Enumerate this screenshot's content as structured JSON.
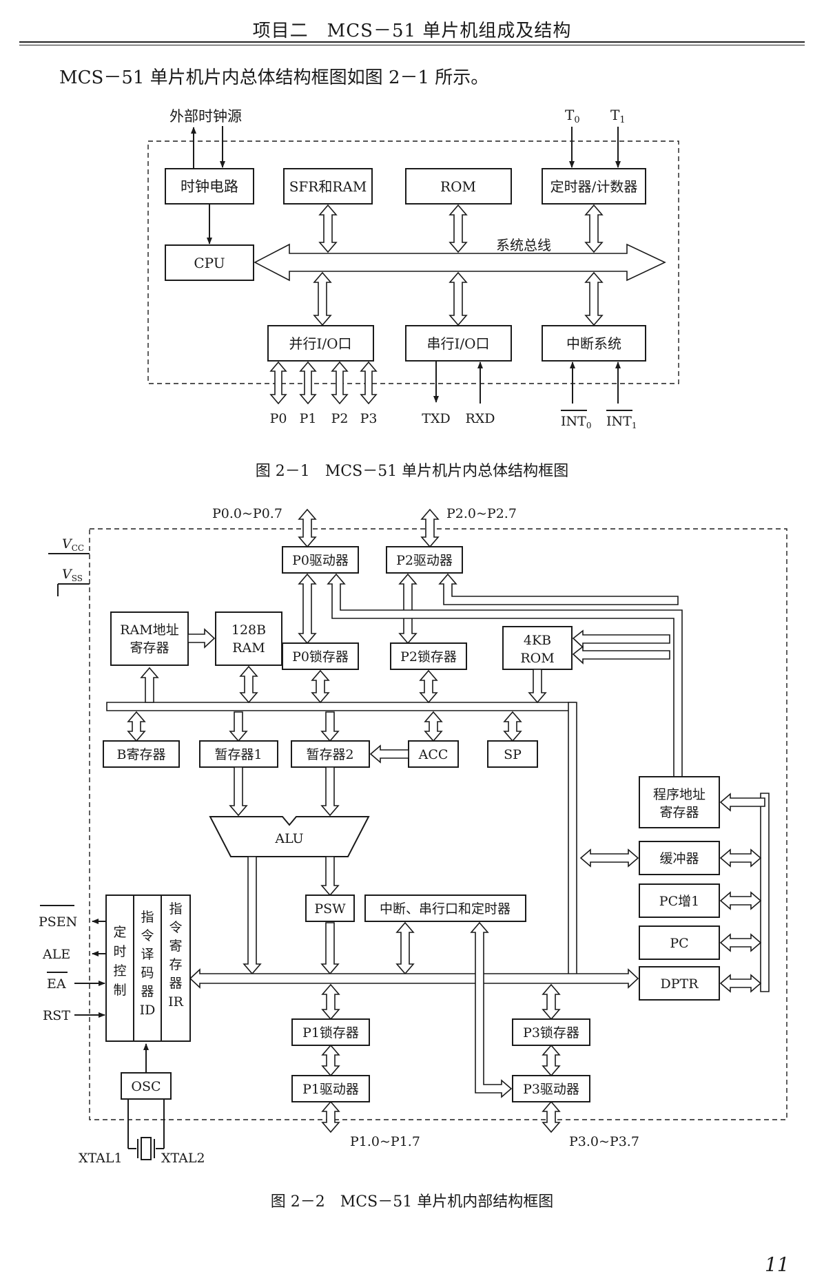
{
  "running_header": "项目二　MCS－51 单片机组成及结构",
  "intro_text": "MCS－51 单片机片内总体结构框图如图 2－1 所示。",
  "figure1": {
    "caption": "图 2－1　MCS－51 单片机片内总体结构框图",
    "external_clock_label": "外部时钟源",
    "t0_label": "T",
    "t0_sub": "0",
    "t1_label": "T",
    "t1_sub": "1",
    "blocks": {
      "clock": "时钟电路",
      "sfr_ram": "SFR和RAM",
      "rom": "ROM",
      "timer": "定时器/计数器",
      "cpu": "CPU",
      "parallel_io": "并行I/O口",
      "serial_io": "串行I/O口",
      "interrupt": "中断系统"
    },
    "bus_label": "系统总线",
    "ports": [
      "P0",
      "P1",
      "P2",
      "P3"
    ],
    "txd": "TXD",
    "rxd": "RXD",
    "int0": "INT",
    "int0_sub": "0",
    "int1": "INT",
    "int1_sub": "1"
  },
  "figure2": {
    "caption": "图 2－2　MCS－51 单片机内部结构框图",
    "p0_pins": "P0.0~P0.7",
    "p2_pins": "P2.0~P2.7",
    "p1_pins": "P1.0~P1.7",
    "p3_pins": "P3.0~P3.7",
    "vcc": "V",
    "vcc_sub": "CC",
    "vss": "V",
    "vss_sub": "SS",
    "blocks": {
      "p0_driver": "P0驱动器",
      "p2_driver": "P2驱动器",
      "ram_addr_1": "RAM地址",
      "ram_addr_2": "寄存器",
      "ram_128b_1": "128B",
      "ram_128b_2": "RAM",
      "p0_latch": "P0锁存器",
      "p2_latch": "P2锁存器",
      "rom_4kb_1": "4KB",
      "rom_4kb_2": "ROM",
      "b_reg": "B寄存器",
      "tmp1": "暂存器1",
      "tmp2": "暂存器2",
      "acc": "ACC",
      "sp": "SP",
      "alu": "ALU",
      "prog_addr_1": "程序地址",
      "prog_addr_2": "寄存器",
      "buffer": "缓冲器",
      "pc_inc": "PC增1",
      "pc": "PC",
      "dptr": "DPTR",
      "psw": "PSW",
      "int_serial_timer": "中断、串行口和定时器",
      "timing_ctrl": [
        "定",
        "时",
        "控",
        "制"
      ],
      "inst_decoder": [
        "指",
        "令",
        "译",
        "码",
        "器",
        "ID"
      ],
      "inst_reg": [
        "指",
        "令",
        "寄",
        "存",
        "器",
        "IR"
      ],
      "osc": "OSC",
      "p1_latch": "P1锁存器",
      "p3_latch": "P3锁存器",
      "p1_driver": "P1驱动器",
      "p3_driver": "P3驱动器"
    },
    "psen": "PSEN",
    "ale": "ALE",
    "ea": "EA",
    "rst": "RST",
    "xtal1": "XTAL1",
    "xtal2": "XTAL2"
  },
  "page_number": "11"
}
